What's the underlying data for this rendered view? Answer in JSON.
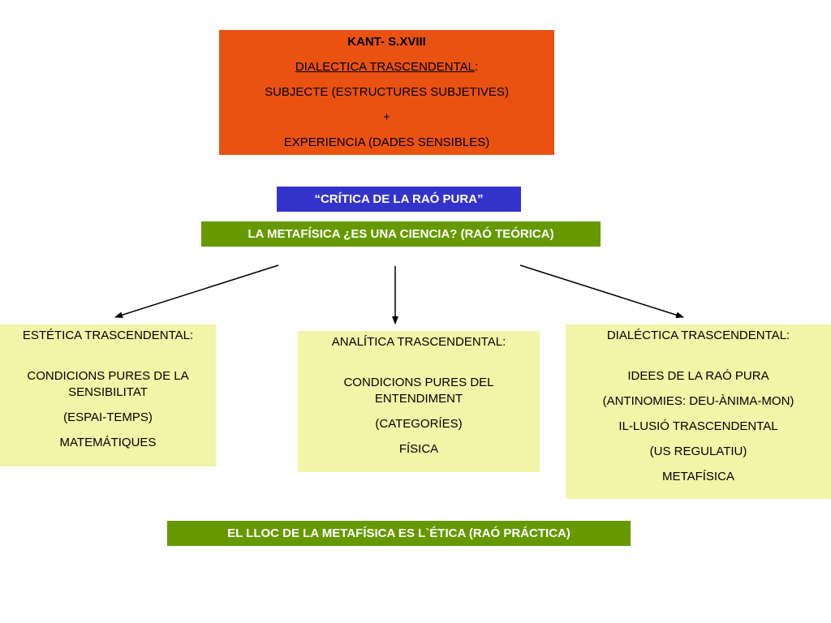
{
  "top": {
    "title": "KANT- S.XVIII",
    "dialectica": "DIALECTICA TRASCENDENTAL",
    "colon": ":",
    "subjecte": "SUBJECTE (ESTRUCTURES SUBJETIVES)",
    "plus": "+",
    "experiencia": "EXPERIENCIA (DADES SENSIBLES)"
  },
  "critica": "“CRÍTICA DE LA RAÓ  PURA”",
  "metafisica": "LA METAFÍSICA ¿ES UNA CIENCIA? (RAÓ TEÓRICA)",
  "estetica": {
    "heading": "ESTÉTICA TRASCENDENTAL:",
    "line1": "CONDICIONS PURES DE LA SENSIBILITAT",
    "line2": "(ESPAI-TEMPS)",
    "line3": "MATEMÁTIQUES"
  },
  "analitica": {
    "heading": "ANALÍTICA TRASCENDENTAL:",
    "line1": "CONDICIONS PURES DEL ENTENDIMENT",
    "line2": "(CATEGORÍES)",
    "line3": "FÍSICA"
  },
  "dialectica": {
    "heading": "DIALÉCTICA TRASCENDENTAL:",
    "line1": "IDEES DE LA RAÓ PURA",
    "line2": "(ANTINOMIES: DEU-ÀNIMA-MON)",
    "line3": "IL-LUSIÓ TRASCENDENTAL",
    "line4": "(US  REGULATIU)",
    "line5": "METAFÍSICA"
  },
  "bottom": "EL LLOC DE LA METAFÍSICA ES L`ÉTICA (RAÓ  PRÁCTICA)",
  "colors": {
    "orange": "#ea5212",
    "blue": "#3333cc",
    "green": "#669900",
    "yellow": "#f2f5a8"
  }
}
